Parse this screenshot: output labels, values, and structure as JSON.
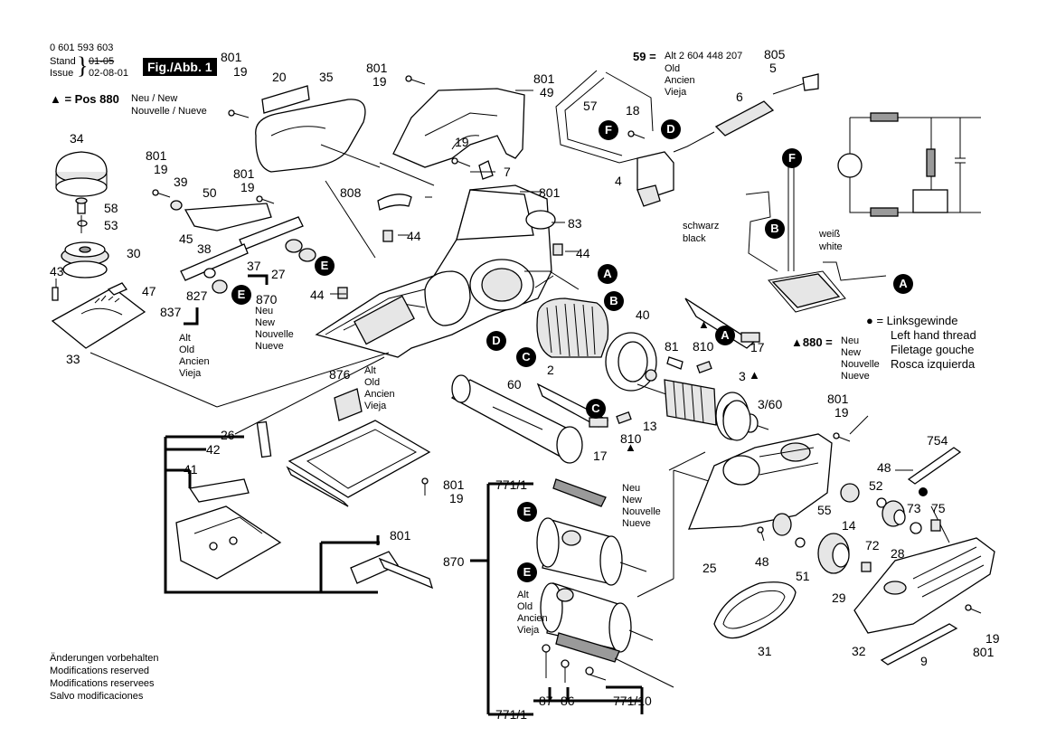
{
  "header": {
    "doc_number": "0 601 593 603",
    "stand_label": "Stand",
    "issue_label": "Issue",
    "stand_value": "01-05",
    "issue_value": "02-08-01",
    "fig_label": "Fig./Abb. 1",
    "pos_note_symbol": "▲ = Pos 880",
    "pos_note_lang1": "Neu / New",
    "pos_note_lang2": "Nouvelle / Nueve"
  },
  "footer": {
    "line1": "Änderungen vorbehalten",
    "line2": "Modifications reserved",
    "line3": "Modifications reservees",
    "line4": "Salvo modificaciones"
  },
  "legend": {
    "bullet": "● = Linksgewinde",
    "line2": "Left hand thread",
    "line3": "Filetage gouche",
    "line4": "Rosca izquierda",
    "tri_880": "▲880 =",
    "tri_neu": "Neu",
    "tri_new": "New",
    "tri_nouvelle": "Nouvelle",
    "tri_nueve": "Nueve"
  },
  "part59": {
    "label": "59 =",
    "text": "Alt 2 604 448 207",
    "old": "Old",
    "ancien": "Ancien",
    "vieja": "Vieja"
  },
  "wire_labels": {
    "schwarz": "schwarz",
    "black": "black",
    "weiss": "weiß",
    "white": "white"
  },
  "neu_blocks": {
    "n870": {
      "neu": "Neu",
      "new": "New",
      "nouvelle": "Nouvelle",
      "nueve": "Nueve"
    },
    "n771": {
      "neu": "Neu",
      "new": "New",
      "nouvelle": "Nouvelle",
      "nueve": "Nueve"
    }
  },
  "alt_blocks": {
    "a837": {
      "alt": "Alt",
      "old": "Old",
      "ancien": "Ancien",
      "vieja": "Vieja"
    },
    "a876": {
      "alt": "Alt",
      "old": "Old",
      "ancien": "Ancien",
      "vieja": "Vieja"
    },
    "a870": {
      "alt": "Alt",
      "old": "Old",
      "ancien": "Ancien",
      "vieja": "Vieja"
    }
  },
  "circle_letters": [
    "A",
    "B",
    "C",
    "D",
    "E",
    "F"
  ],
  "part_numbers": [
    "801",
    "19",
    "20",
    "35",
    "801",
    "19",
    "801",
    "49",
    "34",
    "801",
    "19",
    "39",
    "50",
    "801",
    "19",
    "58",
    "53",
    "30",
    "43",
    "47",
    "45",
    "38",
    "37",
    "27",
    "827",
    "870",
    "837",
    "33",
    "808",
    "801",
    "44",
    "83",
    "44",
    "44",
    "7",
    "19",
    "876",
    "26",
    "42",
    "41",
    "801",
    "19",
    "801",
    "60",
    "2",
    "40",
    "81",
    "810",
    "17",
    "3",
    "3/60",
    "13",
    "810",
    "17",
    "57",
    "18",
    "4",
    "6",
    "805",
    "5",
    "801",
    "19",
    "48",
    "52",
    "73",
    "75",
    "754",
    "55",
    "14",
    "28",
    "72",
    "51",
    "29",
    "25",
    "48",
    "31",
    "32",
    "9",
    "19",
    "801",
    "771/1",
    "870",
    "771/1",
    "87",
    "86",
    "771/10"
  ]
}
